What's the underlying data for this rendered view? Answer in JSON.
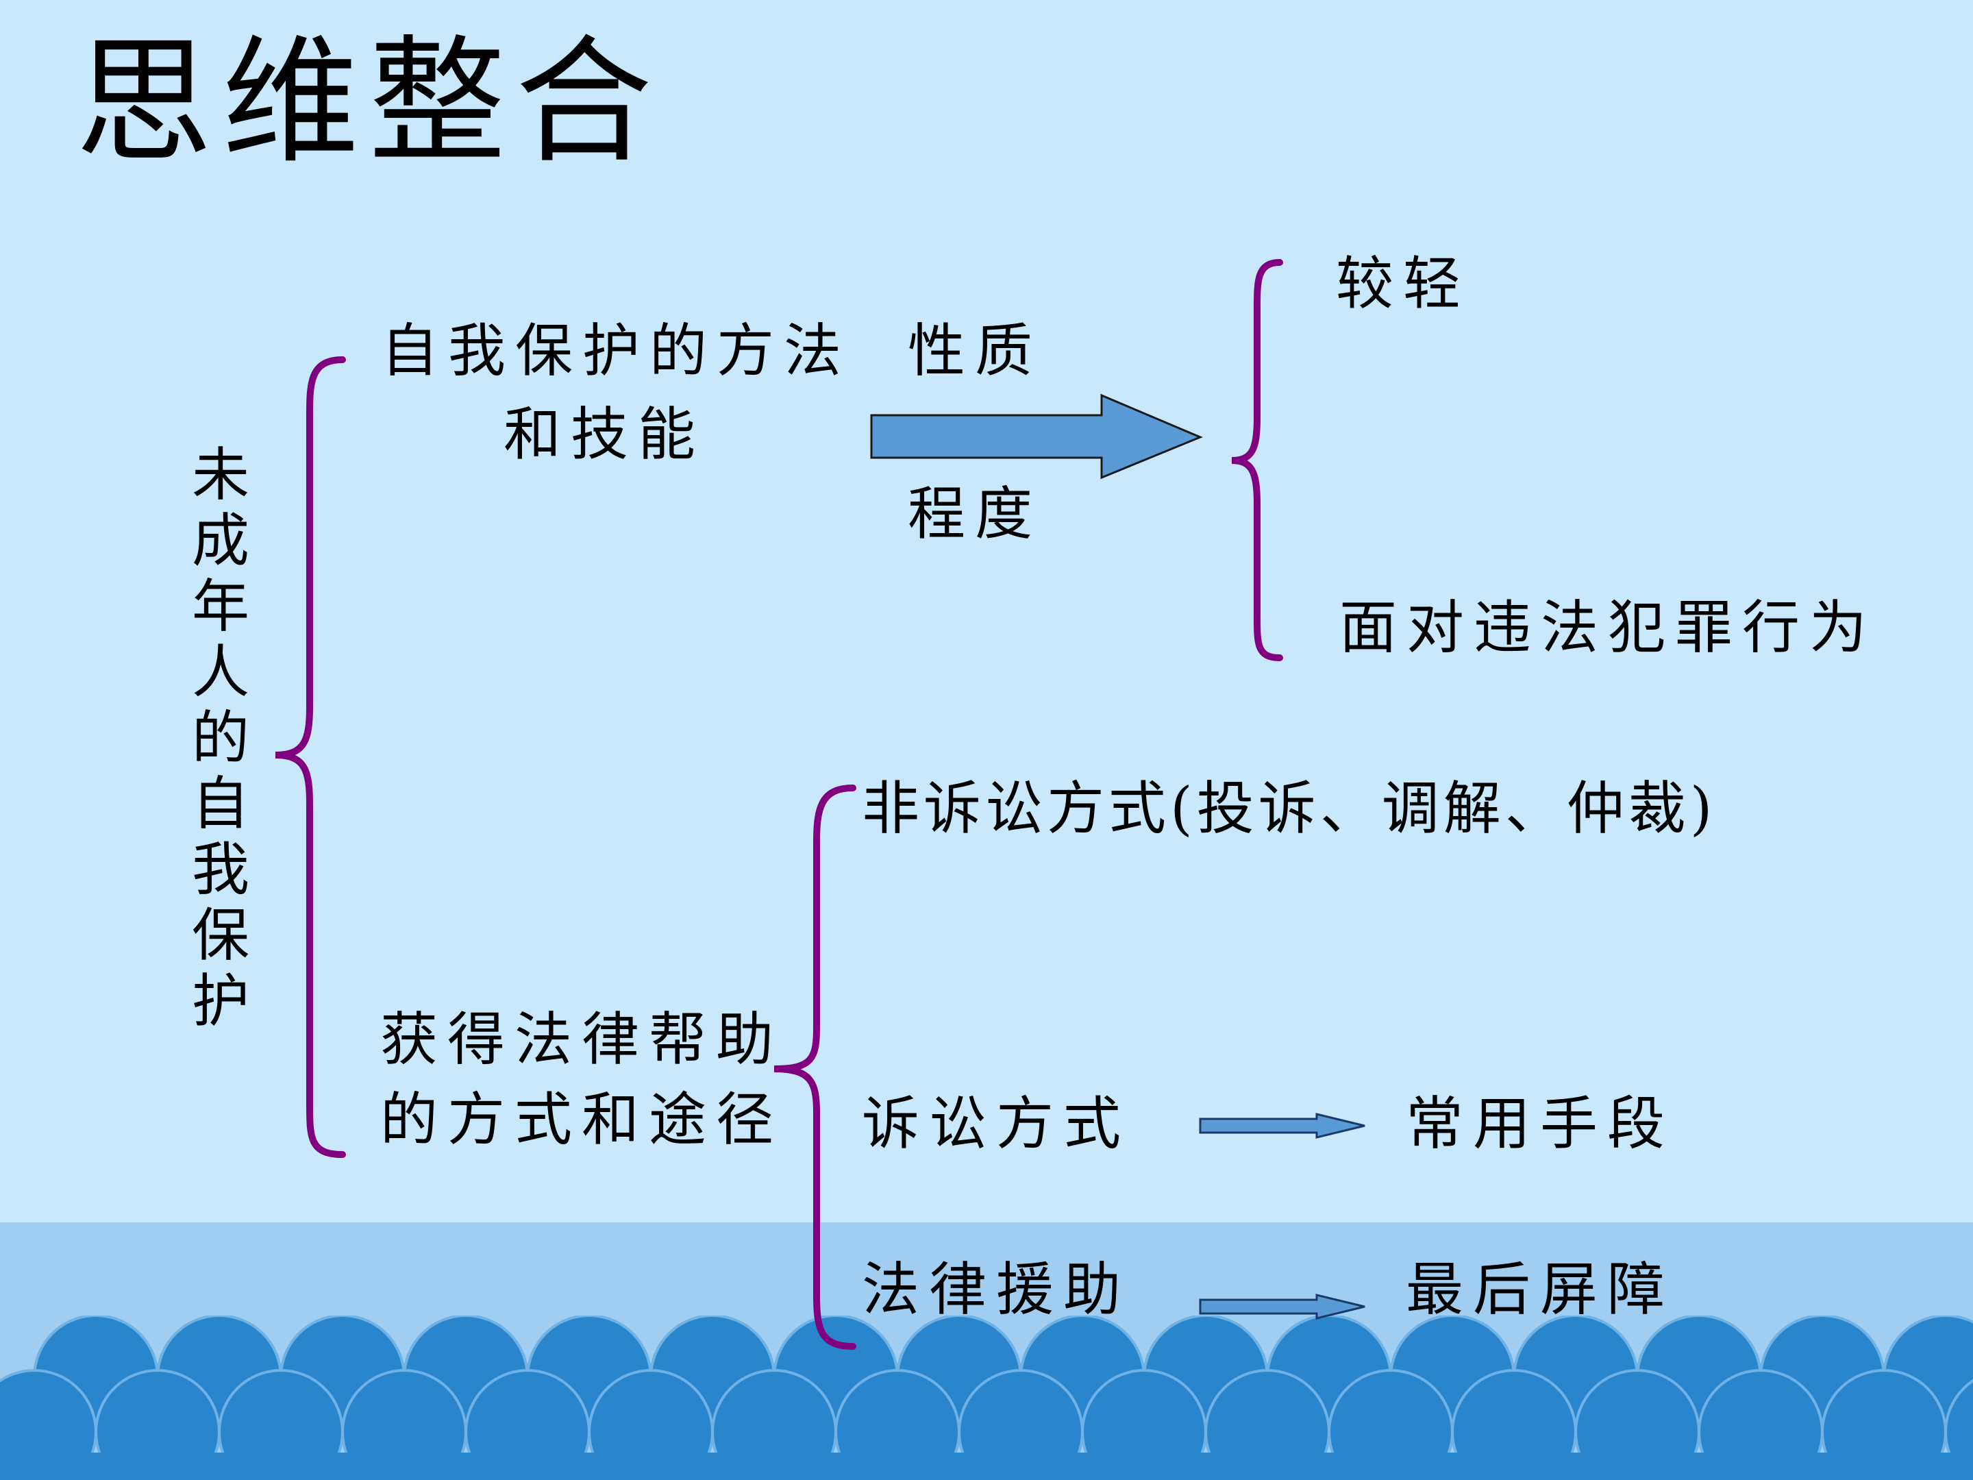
{
  "title": "思维整合",
  "root": "未成年人的自我保护",
  "branch1": {
    "line1": "自我保护的方法",
    "line2": "和技能"
  },
  "arrow_labels": {
    "top": "性质",
    "bottom": "程度"
  },
  "result": {
    "top": "较轻",
    "bottom": "面对违法犯罪行为"
  },
  "branch2": {
    "line1": "获得法律帮助",
    "line2": "的方式和途径",
    "items": [
      {
        "label": "非诉讼方式(投诉、调解、仲裁)"
      },
      {
        "label": "诉讼方式",
        "result": "常用手段"
      },
      {
        "label": "法律援助",
        "result": "最后屏障"
      }
    ]
  },
  "colors": {
    "background": "#c9e8fb",
    "brace": "#800080",
    "arrow_fill": "#5b9bd5",
    "wave": "#2a86cc",
    "band": "#a0cdf0"
  }
}
